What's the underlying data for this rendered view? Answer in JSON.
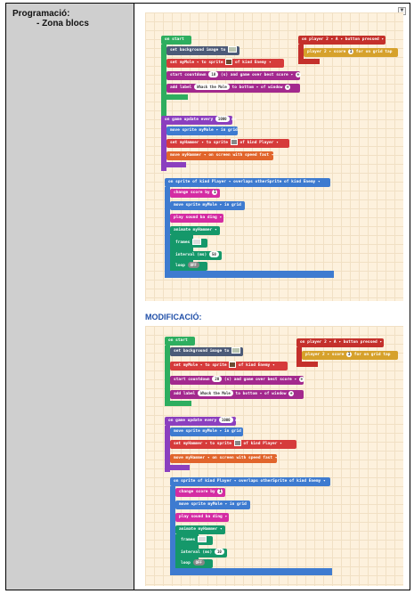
{
  "left_cell": {
    "title": "Programació:",
    "subtitle": "- Zona blocs"
  },
  "modification_label": "MODIFICACIÓ:",
  "blocks": {
    "on_start": "on start",
    "set_bg": "set background image to",
    "set_mymole": "set  myMole ▾  to  sprite",
    "of_kind_enemy": "of kind  Enemy ▾",
    "start_countdown": "start countdown",
    "countdown_value": "10",
    "countdown_suffix": "(s) and game over  best score ▾",
    "add_label": "add label",
    "label_text": "Whack the Mole",
    "label_suffix": "to  bottom ▾  of window",
    "on_player": "on  player 2 ▾   A ▾  button  pressed ▾",
    "player_score": "player 2 ▾  score",
    "score_value": "1",
    "score_suffix": "for on grid tap",
    "game_update": "on game update every",
    "update_value": "1000",
    "update_unit": "ms",
    "move_sprite": "move sprite  myMole ▾  in grid",
    "set_myhammer": "set  myHammer ▾  to  sprite",
    "of_kind_player": "of kind  Player ▾",
    "move_hammer": "move  myHammer ▾  on screen with speed  fast ▾",
    "on_overlap": "on  sprite  of kind  Player ▾  overlaps  otherSprite  of kind  Enemy ▾",
    "change_score": "change score by",
    "change_value": "1",
    "move_sprite2": "move sprite  myMole ▾  in grid",
    "play_sound": "play sound  ba ding ▾",
    "animate": "animate  myHammer ▾",
    "frames": "frames",
    "interval": "interval (ms)",
    "interval_value": "50",
    "loop": "loop",
    "loop_value": "OFF"
  },
  "blocks_mod": {
    "countdown_value": "20",
    "interval_value": "10"
  }
}
